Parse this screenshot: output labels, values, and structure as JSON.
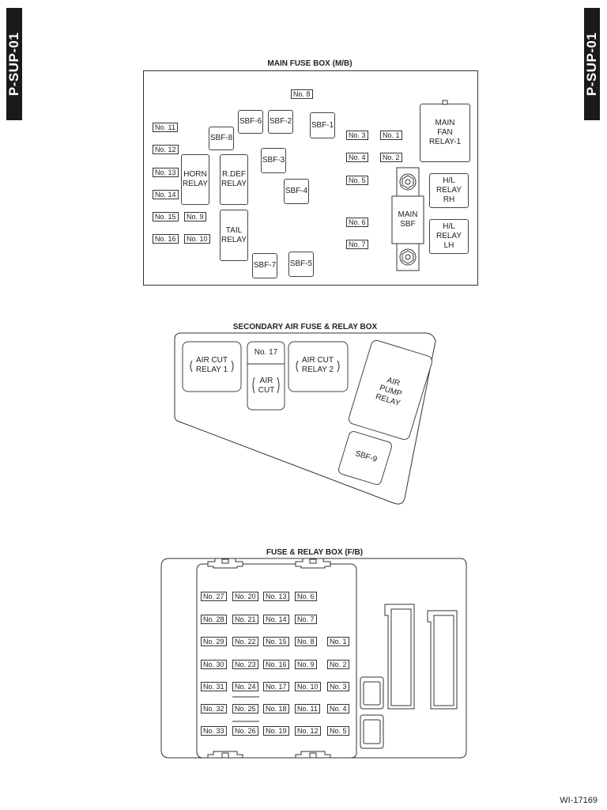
{
  "tabs": {
    "left": "P-SUP-01",
    "right": "P-SUP-01"
  },
  "main_box": {
    "title": "MAIN FUSE BOX (M/B)",
    "fuses": [
      "No. 1",
      "No. 2",
      "No. 3",
      "No. 4",
      "No. 5",
      "No. 6",
      "No. 7",
      "No. 8",
      "No. 9",
      "No. 10",
      "No. 11",
      "No. 12",
      "No. 13",
      "No. 14",
      "No. 15",
      "No. 16"
    ],
    "sbf": [
      "SBF-1",
      "SBF-2",
      "SBF-3",
      "SBF-4",
      "SBF-5",
      "SBF-6",
      "SBF-7",
      "SBF-8"
    ],
    "relays": {
      "horn": "HORN\nRELAY",
      "rdef": "R.DEF\nRELAY",
      "tail": "TAIL\nRELAY",
      "main_fan": "MAIN\nFAN\nRELAY-1",
      "hl_rh": "H/L\nRELAY\nRH",
      "hl_lh": "H/L\nRELAY\nLH",
      "main_sbf": "MAIN\nSBF"
    }
  },
  "secondary_box": {
    "title": "SECONDARY AIR FUSE & RELAY BOX",
    "air_cut_relay_1": "AIR CUT\nRELAY 1",
    "no17": "No. 17",
    "air_cut": "AIR\nCUT",
    "air_cut_relay_2": "AIR CUT\nRELAY 2",
    "air_pump_relay": "AIR\nPUMP\nRELAY",
    "sbf9": "SBF-9"
  },
  "fb_box": {
    "title": "FUSE & RELAY BOX (F/B)",
    "rows": [
      [
        "No. 27",
        "No. 20",
        "No. 13",
        "No. 6",
        ""
      ],
      [
        "No. 28",
        "No. 21",
        "No. 14",
        "No. 7",
        ""
      ],
      [
        "No. 29",
        "No. 22",
        "No. 15",
        "No. 8",
        "No. 1"
      ],
      [
        "No. 30",
        "No. 23",
        "No. 16",
        "No. 9",
        "No. 2"
      ],
      [
        "No. 31",
        "No. 24",
        "No. 17",
        "No. 10",
        "No. 3"
      ],
      [
        "No. 32",
        "No. 25",
        "No. 18",
        "No. 11",
        "No. 4"
      ],
      [
        "No. 33",
        "No. 26",
        "No. 19",
        "No. 12",
        "No. 5"
      ]
    ]
  },
  "figure_code": "WI-17169"
}
